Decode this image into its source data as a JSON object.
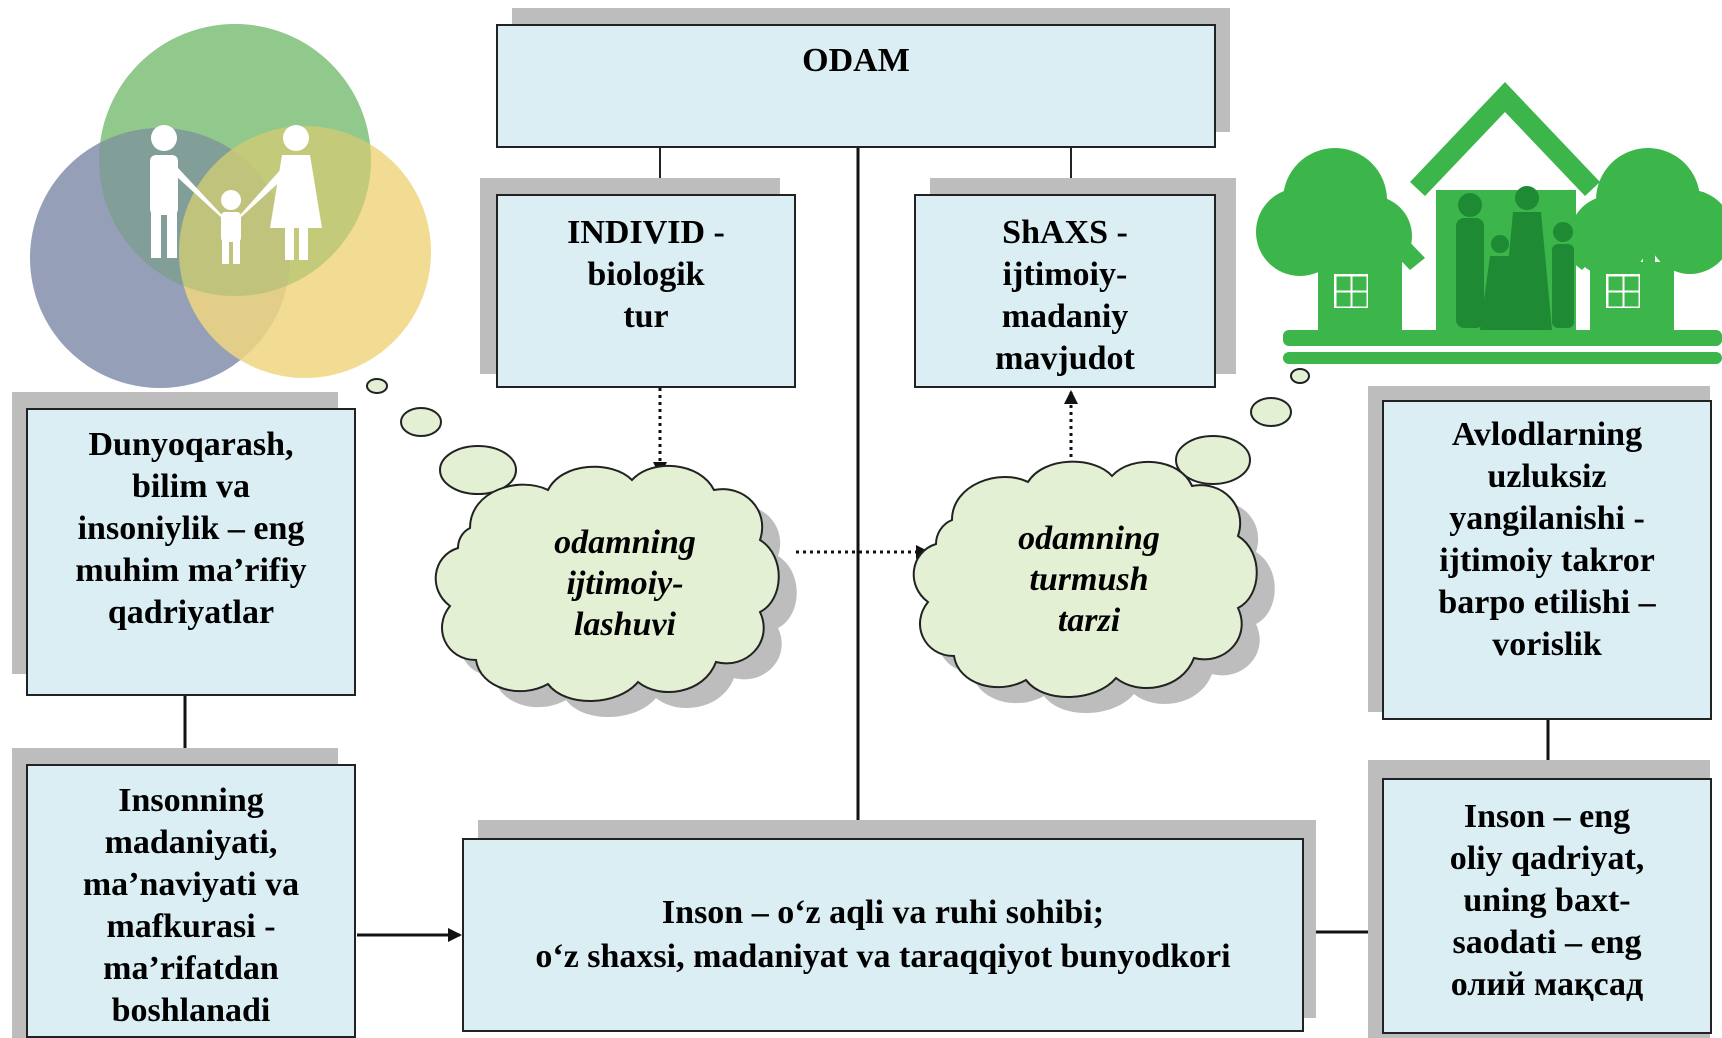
{
  "top": {
    "odam": "ODAM"
  },
  "individ": {
    "lines": [
      "INDIVID -",
      "biologik",
      "tur"
    ]
  },
  "shaxs": {
    "lines": [
      "ShAXS -",
      "ijtimoiy-",
      "madaniy",
      "mavjudot"
    ]
  },
  "cloud_left": {
    "lines": [
      "odamning",
      "ijtimoiy-",
      "lashuvi"
    ]
  },
  "cloud_right": {
    "lines": [
      "odamning",
      "turmush",
      "tarzi"
    ]
  },
  "left_top": {
    "lines": [
      "Dunyoqarash,",
      "bilim va",
      "insoniylik – eng",
      "muhim ma’rifiy",
      "qadriyatlar"
    ]
  },
  "left_bottom": {
    "lines": [
      "Insonning",
      "madaniyati,",
      "ma’naviyati va",
      "mafkurasi -",
      "ma’rifatdan",
      "boshlanadi"
    ]
  },
  "right_top": {
    "lines": [
      "Avlodlarning",
      "uzluksiz",
      "yangilanishi -",
      "ijtimoiy takror",
      "barpo etilishi –",
      "vorislik"
    ]
  },
  "right_bottom": {
    "lines": [
      "Inson – eng",
      "oliy qadriyat,",
      "uning baxt-",
      "saodati – eng",
      "олий мақсад"
    ]
  },
  "center": {
    "lines": [
      "Inson – o‘z aqli va ruhi sohibi;",
      "o‘z shaxsi, madaniyat va taraqqiyot bunyodkori"
    ]
  },
  "icons": {
    "family_venn": "family-venn-icon",
    "green_houses": "green-house-family-icon"
  },
  "colors": {
    "box_fill": "#dbeef4",
    "cloud_fill": "#e3f0d4",
    "shadow": "#bdbdbd",
    "green": "#3cb54a"
  }
}
